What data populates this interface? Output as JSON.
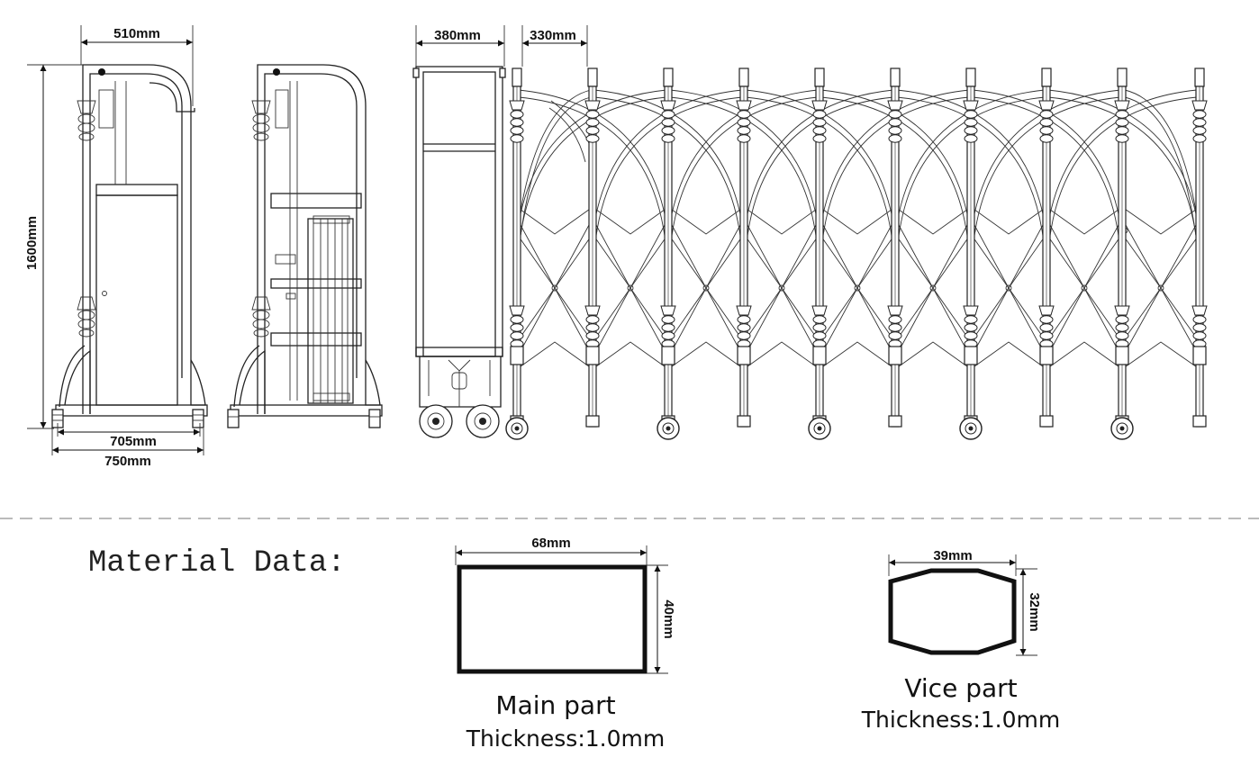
{
  "dimensions": {
    "front_width": "510mm",
    "height": "1600mm",
    "base_inner": "705mm",
    "base_outer": "750mm",
    "side_width": "380mm",
    "section_pitch": "330mm"
  },
  "material": {
    "heading": "Material Data:",
    "main_part": {
      "width": "68mm",
      "height": "40mm",
      "name": "Main part",
      "thickness": "Thickness:1.0mm"
    },
    "vice_part": {
      "width": "39mm",
      "height": "32mm",
      "name": "Vice part",
      "thickness": "Thickness:1.0mm"
    }
  }
}
